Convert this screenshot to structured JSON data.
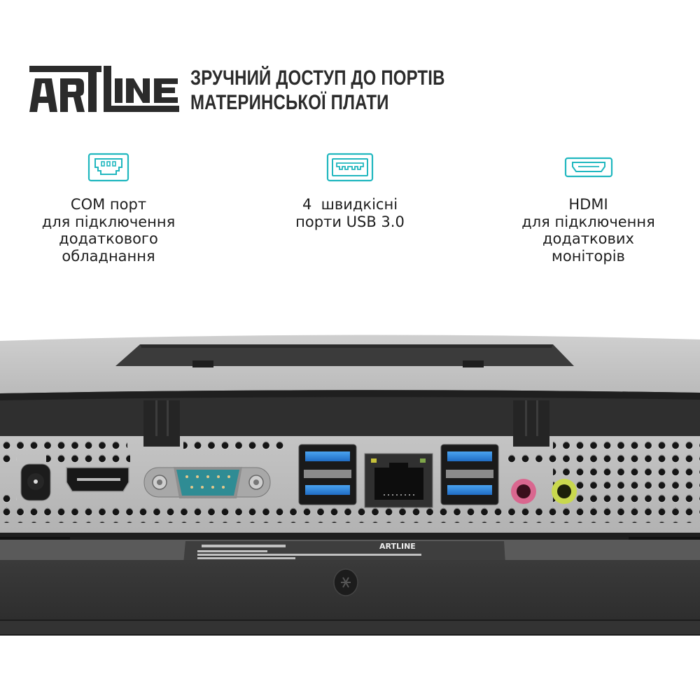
{
  "brand": {
    "logo_text": "ARTLINE",
    "headline_lines": [
      "ЗРУЧНИЙ ДОСТУП ДО ПОРТІВ",
      "МАТЕРИНСЬКОЇ ПЛАТИ"
    ]
  },
  "colors": {
    "accent": "#20b7bf",
    "text": "#1e1e1e",
    "heading": "#2b2b2b",
    "usb_blue": "#2a7fd6",
    "audio_pink": "#d9678f",
    "audio_green": "#c9d84e"
  },
  "features": [
    {
      "icon": "com-port-icon",
      "lines": [
        "COM порт",
        "для підключення",
        "додаткового",
        "обладнання"
      ]
    },
    {
      "icon": "usb-port-icon",
      "lines": [
        "4  швидкісні",
        "порти USB 3.0"
      ]
    },
    {
      "icon": "hdmi-port-icon",
      "lines": [
        "HDMI",
        "для підключення",
        "додаткових",
        "моніторів"
      ]
    }
  ],
  "photo": {
    "ports": [
      "dc-power-jack",
      "hdmi",
      "com-serial",
      "usb-3.0-pair-left",
      "rj45-ethernet",
      "usb-3.0-pair-right",
      "audio-mic",
      "audio-line-out"
    ],
    "label_brand": "ARTLINE"
  }
}
